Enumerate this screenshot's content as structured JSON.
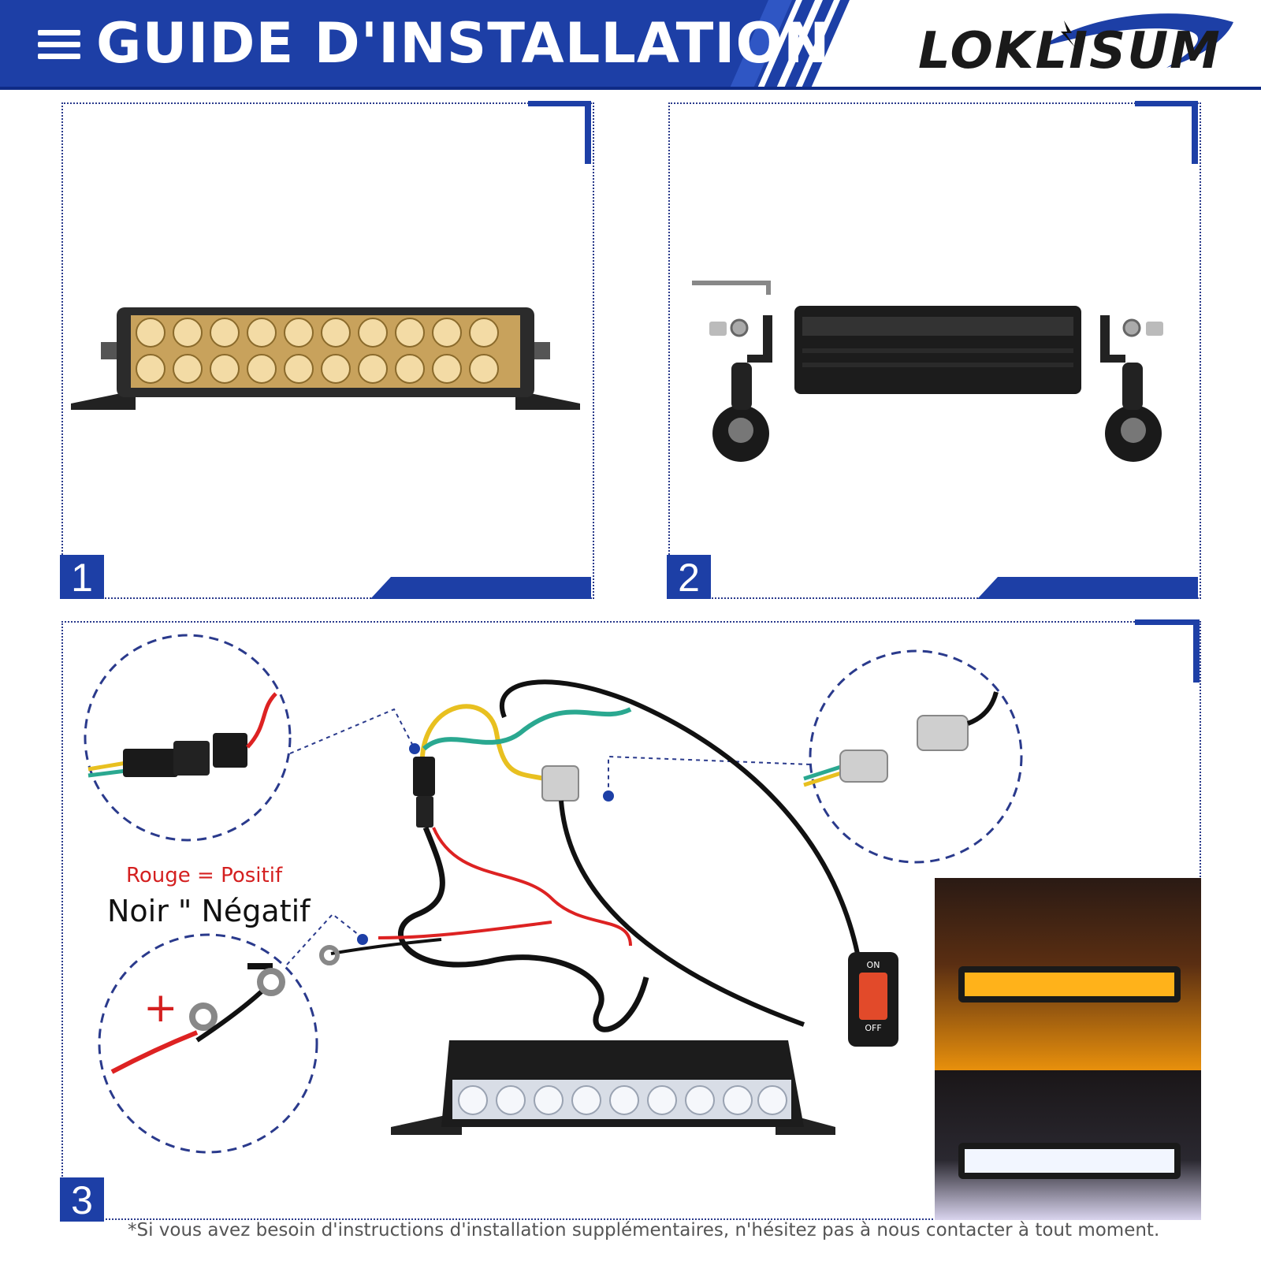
{
  "header": {
    "title": "GUIDE D'INSTALLATION",
    "brand": "LOKLISUM",
    "colors": {
      "primary": "#1d3fa6",
      "dark": "#0f2b86"
    }
  },
  "steps": [
    {
      "number": "1"
    },
    {
      "number": "2"
    },
    {
      "number": "3"
    }
  ],
  "wiring": {
    "positive_label": "Rouge = Positif",
    "negative_label": "Noir \" Négatif",
    "plus_sign": "+",
    "minus_sign": "−",
    "switch_on": "ON",
    "switch_off": "OFF"
  },
  "footer": {
    "note": "*Si vous avez besoin d'instructions d'installation supplémentaires, n'hésitez pas à nous contacter à tout moment."
  }
}
